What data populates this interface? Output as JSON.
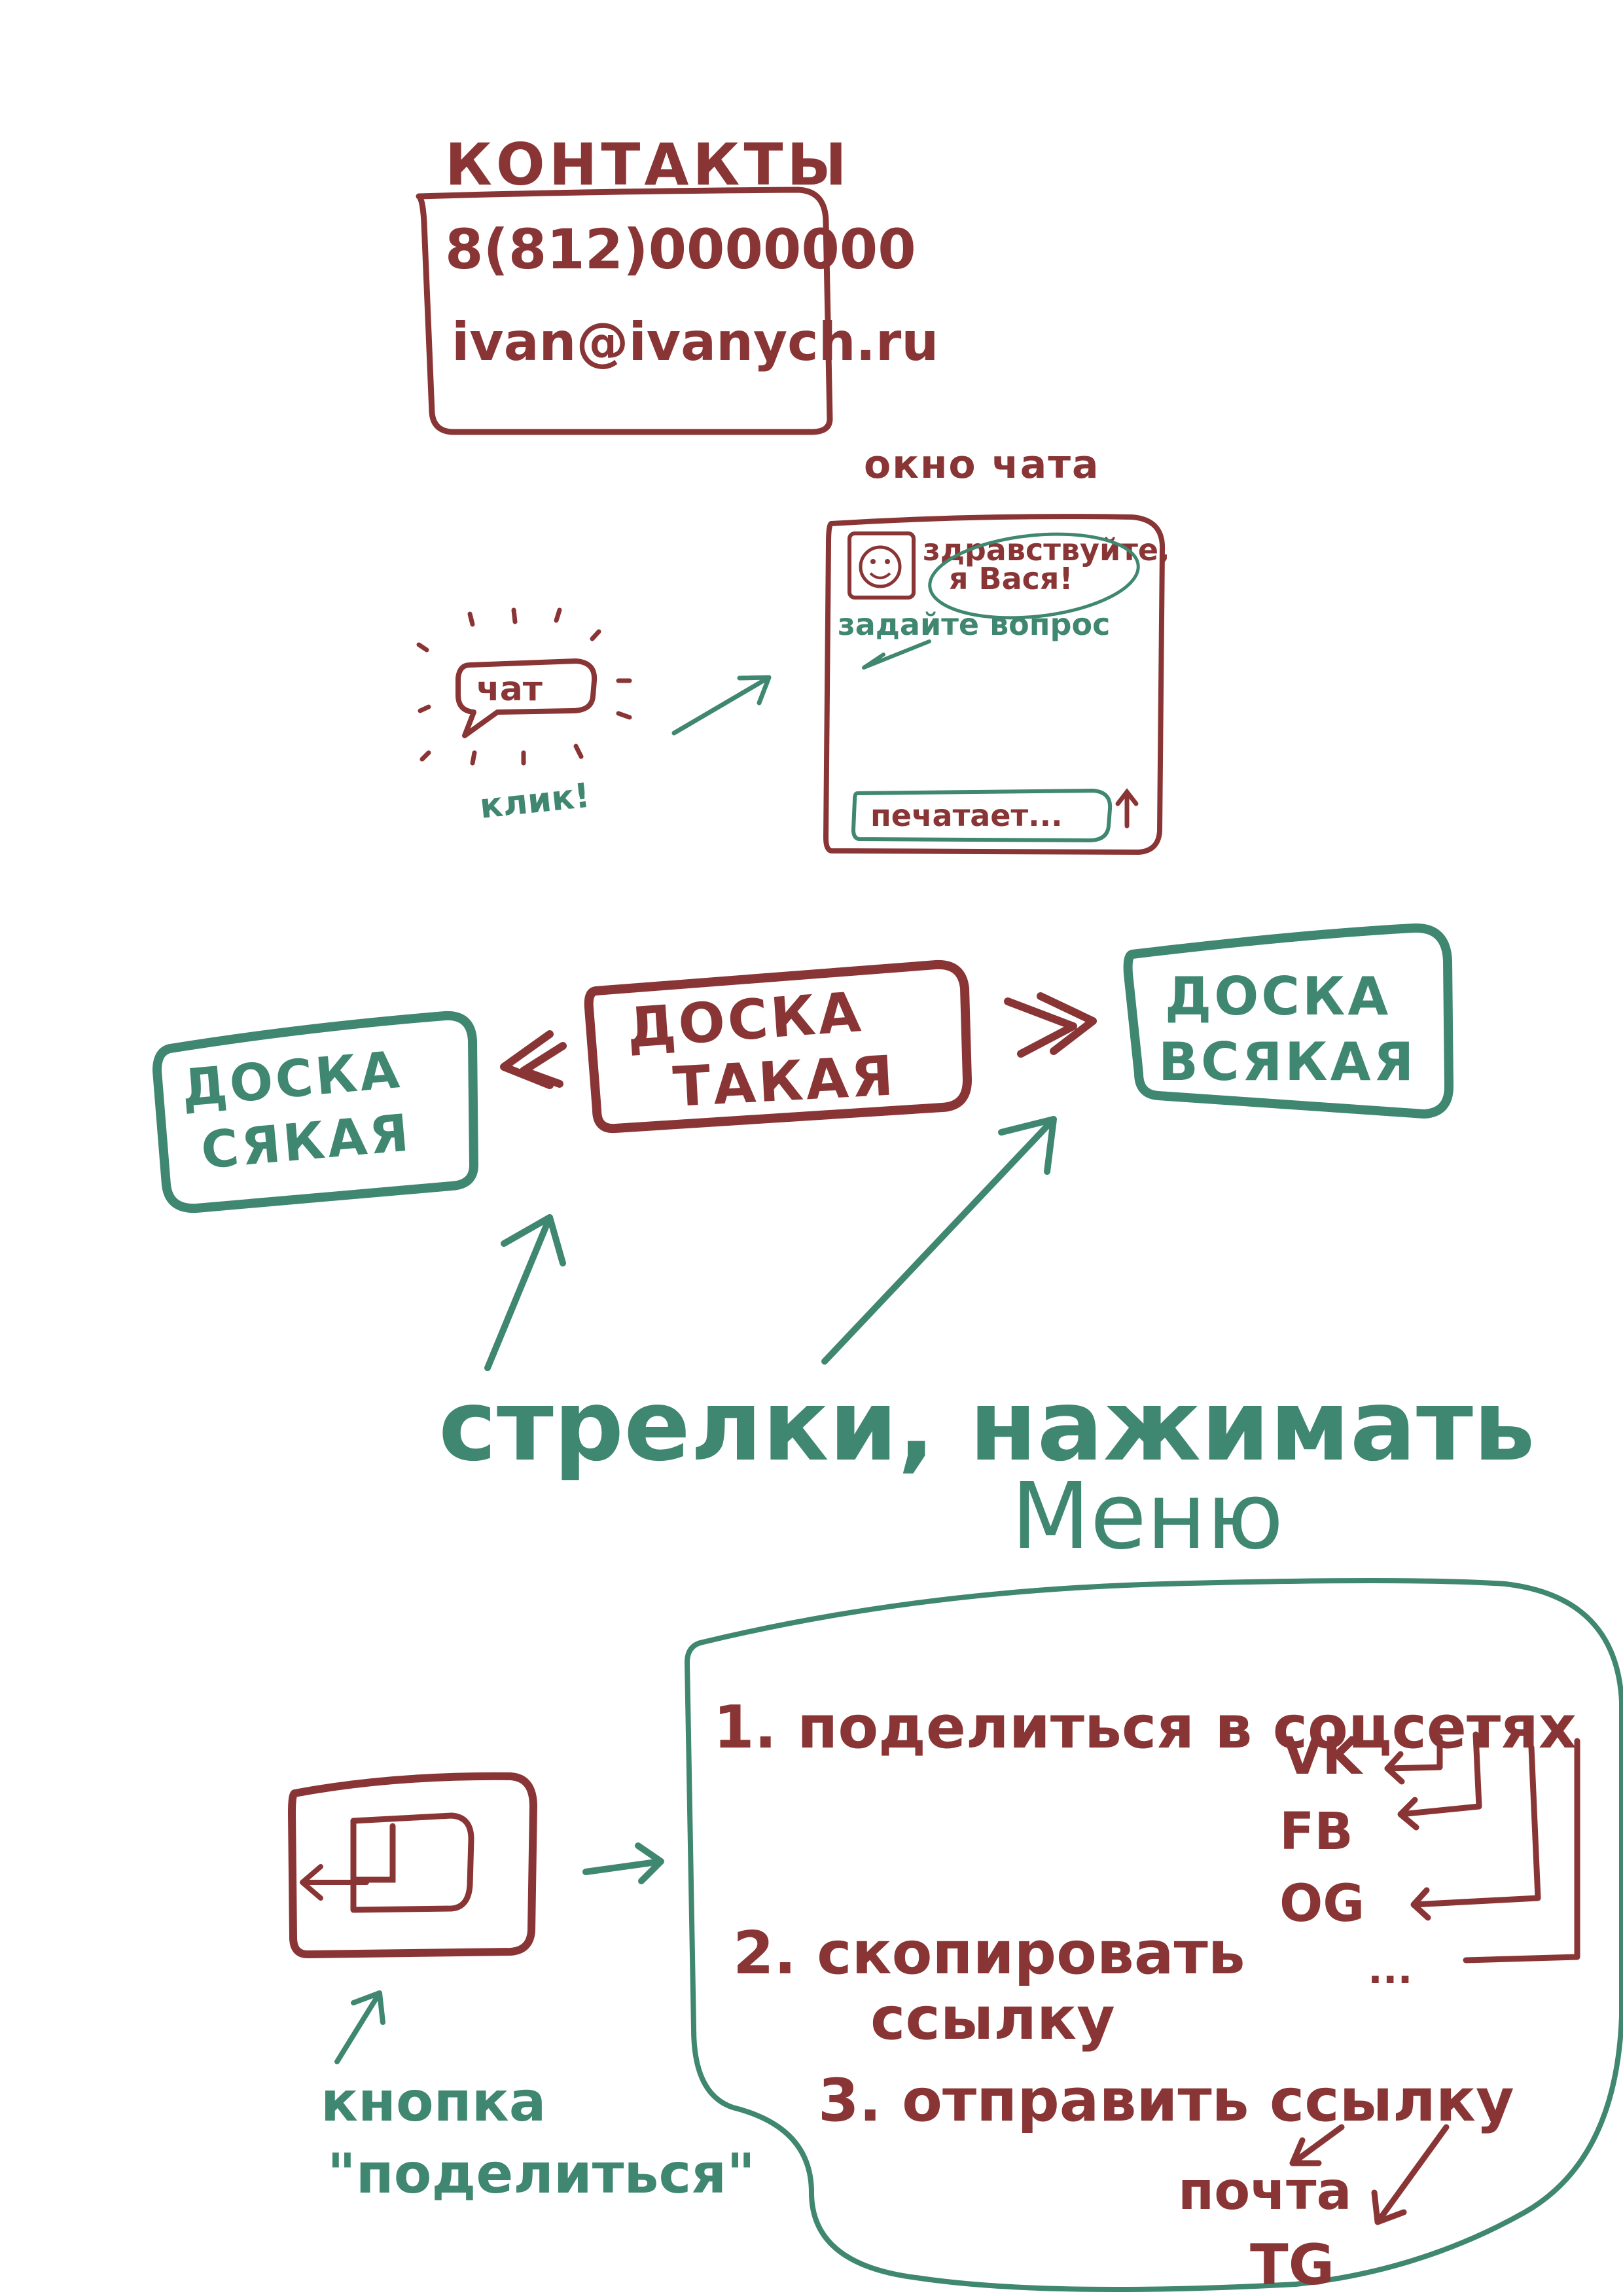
{
  "colors": {
    "red": "#8a3535",
    "green": "#3f8770"
  },
  "contacts": {
    "title": "КОНТАКТЫ",
    "phone": "8(812)0000000",
    "email": "ivan@ivanych.ru"
  },
  "chat": {
    "window_title": "окно чата",
    "button_label": "чат",
    "click_note": "клик!",
    "greeting_line1": "здравствуйте,",
    "greeting_line2": "я Вася!",
    "prompt": "задайте вопрос",
    "typing": "печатает...",
    "avatar_icon": "smiley-face-icon",
    "send_icon": "up-arrow-icon"
  },
  "boards": {
    "prev_line1": "ДОСКА",
    "prev_line2": "СЯКАЯ",
    "current_line1": "ДОСКА",
    "current_line2": "ТАКАЯ",
    "next_line1": "ДОСКА",
    "next_line2": "ВСЯКАЯ",
    "prev_arrow": "«",
    "next_arrow": "»",
    "note": "стрелки, нажимать"
  },
  "menu": {
    "title": "Меню",
    "item1": "1. поделиться в соцсетях",
    "item2_line1": "2. скопировать",
    "item2_line2": "ссылку",
    "item3": "3. отправить ссылку",
    "socials": [
      "VK",
      "FB",
      "OG",
      "..."
    ],
    "targets": [
      "почта",
      "TG"
    ],
    "share_button_line1": "кнопка",
    "share_button_line2": "\"поделиться\"",
    "share_icon": "share-icon"
  }
}
